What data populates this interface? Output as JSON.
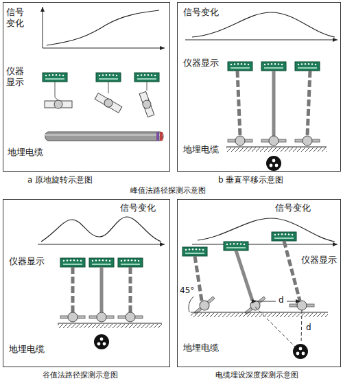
{
  "diagram": {
    "nodes": [
      {
        "text": [
          "信号 变化",
          "仪器 显示",
          "地埋电缆"
        ]
      },
      {
        "text": [
          "信号变化",
          "仪器显示",
          "地埋电缆"
        ]
      },
      {
        "text": [
          "信号变化",
          "仪器显示",
          "地埋电缆"
        ]
      },
      {
        "text": [
          "信号变化",
          "仪器显示",
          "地埋电缆"
        ]
      }
    ],
    "labels": [
      "a 原地旋转示意图",
      "b 垂直平移示意图",
      "峰值法路径探测示意图",
      "45°",
      "d",
      "d",
      "谷值法路径探测示意图",
      "电缆埋设深度探测示意图"
    ]
  }
}
